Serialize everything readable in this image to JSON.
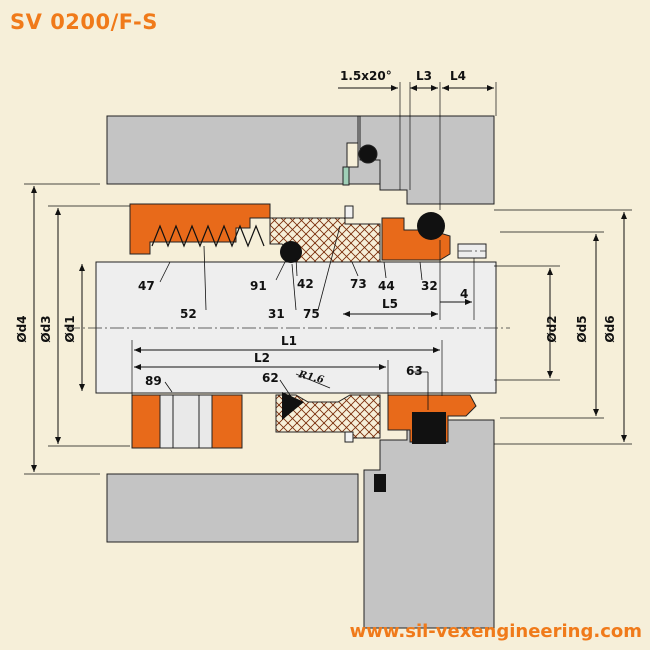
{
  "header": {
    "title": "SV 0200/F-S"
  },
  "footer": {
    "website": "www.sil-vexengineering.com"
  },
  "dimensions": {
    "chamfer": "1.5x20°",
    "L3": "L3",
    "L4": "L4",
    "L5": "L5",
    "four": "4",
    "L1": "L1",
    "L2": "L2",
    "d1": "Ød1",
    "d2": "Ød2",
    "d3": "Ød3",
    "d4": "Ød4",
    "d5": "Ød5",
    "d6": "Ød6",
    "radius": "R1.6"
  },
  "parts": {
    "p47": "47",
    "p52": "52",
    "p91": "91",
    "p42": "42",
    "p31": "31",
    "p75": "75",
    "p73": "73",
    "p44": "44",
    "p32": "32",
    "p89": "89",
    "p62": "62",
    "p63": "63"
  },
  "colors": {
    "background": "#f6efd9",
    "brand_orange": "#f07a1a",
    "seal_orange": "#e86a1a",
    "housing_gray": "#c4c4c4",
    "shaft": "#eeeeee"
  }
}
